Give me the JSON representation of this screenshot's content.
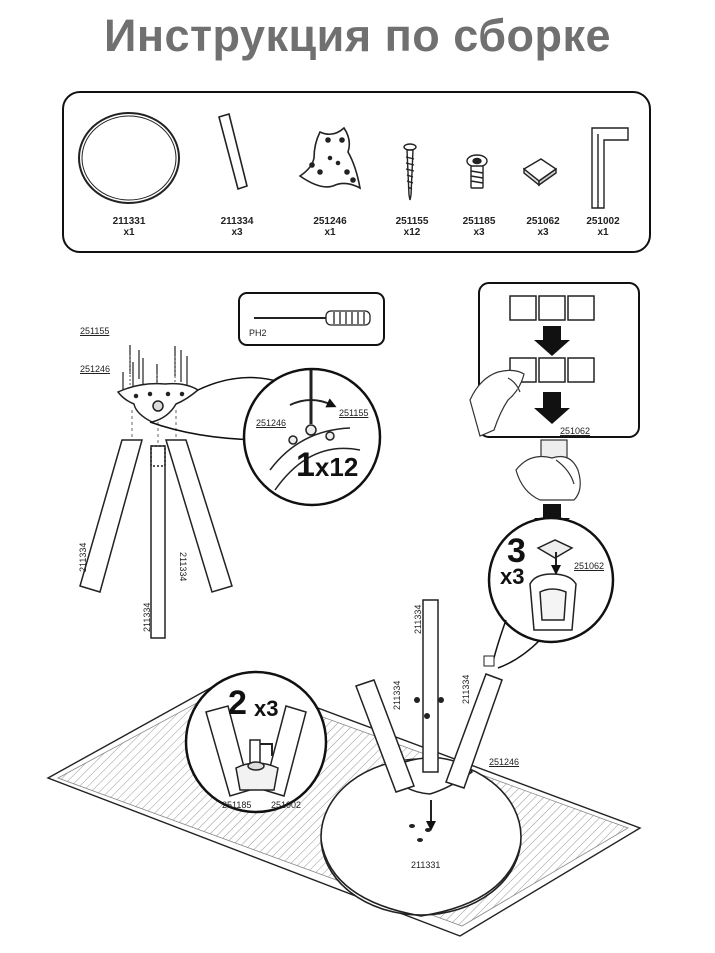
{
  "title": "Инструкция по сборке",
  "parts": [
    {
      "icon": "round-tabletop-icon",
      "code": "211331",
      "qty": "x1"
    },
    {
      "icon": "leg-icon",
      "code": "211334",
      "qty": "x3"
    },
    {
      "icon": "mounting-plate-icon",
      "code": "251246",
      "qty": "x1"
    },
    {
      "icon": "wood-screw-icon",
      "code": "251155",
      "qty": "x12"
    },
    {
      "icon": "bolt-icon",
      "code": "251185",
      "qty": "x3"
    },
    {
      "icon": "felt-pad-icon",
      "code": "251062",
      "qty": "x3"
    },
    {
      "icon": "hex-key-icon",
      "code": "251002",
      "qty": "x1"
    }
  ],
  "tool": {
    "label": "PH2"
  },
  "steps": {
    "step1": {
      "count": "1",
      "mult": "x12",
      "labels": {
        "screw": "251155",
        "plate": "251246",
        "screw_zoom": "251155",
        "plate_zoom": "251246",
        "leg_left": "211334",
        "leg_right": "211334",
        "leg_center": "211334"
      }
    },
    "step2": {
      "count": "2",
      "mult": "x3",
      "labels": {
        "bolt": "251185",
        "key": "251002",
        "top": "211331",
        "plate": "251246",
        "leg_a": "211334",
        "leg_b": "211334"
      }
    },
    "step3": {
      "count": "3",
      "mult": "x3",
      "labels": {
        "pad": "251062",
        "pad_zoom": "251062"
      }
    }
  }
}
